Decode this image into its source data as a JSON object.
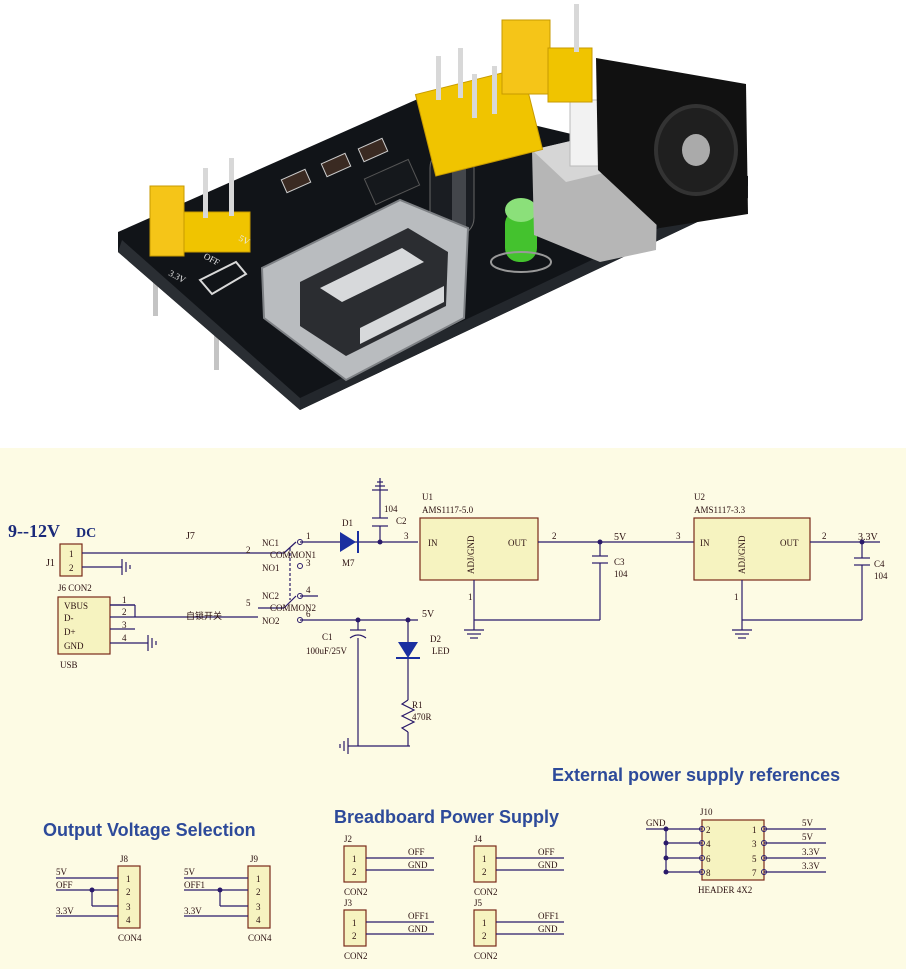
{
  "board": {
    "silk_3v3": "3.3V",
    "silk_off": "OFF",
    "silk_5v": "5V"
  },
  "schematic": {
    "input_label": "9--12V",
    "input_dc": "DC",
    "j1": {
      "ref": "J1",
      "pins": [
        "1",
        "2"
      ],
      "name": "J6 CON2"
    },
    "usb": {
      "pins": [
        "VBUS",
        "D-",
        "D+",
        "GND"
      ],
      "nums": [
        "1",
        "2",
        "3",
        "4"
      ],
      "name": "USB"
    },
    "j7": {
      "ref": "J7",
      "nc1": "NC1",
      "common1": "COMMON1",
      "no1": "NO1",
      "nc2": "NC2",
      "common2": "COMMON2",
      "no2": "NO2",
      "pins": [
        "1",
        "2",
        "3",
        "4",
        "5",
        "6"
      ],
      "chinese": "自锁开关"
    },
    "d1": {
      "ref": "D1",
      "part": "M7"
    },
    "c2": {
      "ref": "C2",
      "value": "104"
    },
    "u1": {
      "ref": "U1",
      "part": "AMS1117-5.0",
      "in": "IN",
      "out": "OUT",
      "adj": "ADJ/GND",
      "pin_in": "3",
      "pin_out": "2",
      "pin_adj": "1"
    },
    "c3": {
      "ref": "C3",
      "value": "104"
    },
    "net_5v": "5V",
    "u2": {
      "ref": "U2",
      "part": "AMS1117-3.3",
      "in": "IN",
      "out": "OUT",
      "adj": "ADJ/GND",
      "pin_in": "3",
      "pin_out": "2",
      "pin_adj": "1"
    },
    "net_3v3": "3.3V",
    "c4": {
      "ref": "C4",
      "value": "104"
    },
    "c1": {
      "ref": "C1",
      "value": "100uF/25V"
    },
    "d2": {
      "ref": "D2",
      "part": "LED"
    },
    "r1": {
      "ref": "R1",
      "value": "470R"
    },
    "net_5v_led": "5V"
  },
  "headings": {
    "external": "External power supply references",
    "output": "Output Voltage Selection",
    "breadboard": "Breadboard Power Supply"
  },
  "j8": {
    "ref": "J8",
    "name": "CON4",
    "pins": [
      "1",
      "2",
      "3",
      "4"
    ],
    "nets": [
      "5V",
      "OFF",
      "3.3V"
    ]
  },
  "j9": {
    "ref": "J9",
    "name": "CON4",
    "pins": [
      "1",
      "2",
      "3",
      "4"
    ],
    "nets": [
      "5V",
      "OFF1",
      "3.3V"
    ]
  },
  "j2": {
    "ref": "J2",
    "name": "CON2",
    "pins": [
      "1",
      "2"
    ],
    "nets": [
      "OFF",
      "GND"
    ]
  },
  "j3": {
    "ref": "J3",
    "name": "CON2",
    "pins": [
      "1",
      "2"
    ],
    "nets": [
      "OFF1",
      "GND"
    ]
  },
  "j4": {
    "ref": "J4",
    "name": "CON2",
    "pins": [
      "1",
      "2"
    ],
    "nets": [
      "OFF",
      "GND"
    ]
  },
  "j5": {
    "ref": "J5",
    "name": "CON2",
    "pins": [
      "1",
      "2"
    ],
    "nets": [
      "OFF1",
      "GND"
    ]
  },
  "j10": {
    "ref": "J10",
    "name": "HEADER 4X2",
    "gnd": "GND",
    "left_pins": [
      "2",
      "4",
      "6",
      "8"
    ],
    "right_pins": [
      "1",
      "3",
      "5",
      "7"
    ],
    "right_nets": [
      "5V",
      "5V",
      "3.3V",
      "3.3V"
    ]
  }
}
